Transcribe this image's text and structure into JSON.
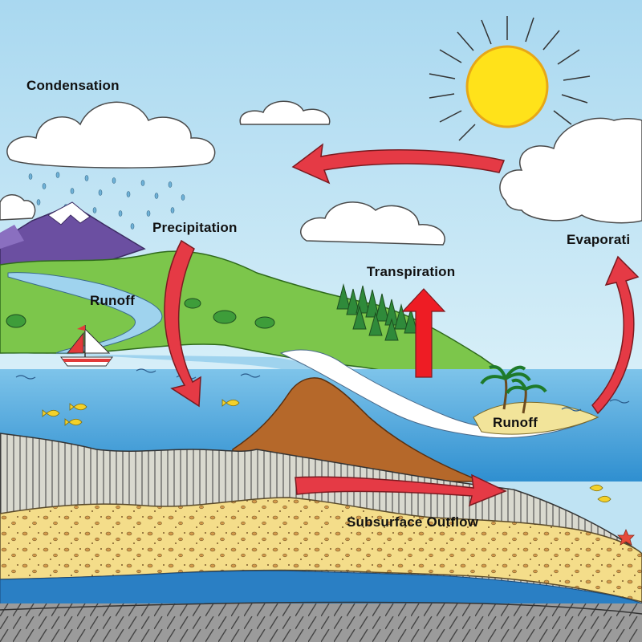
{
  "diagram": {
    "labels": {
      "condensation": "Condensation",
      "precipitation": "Precipitation",
      "runoff_left": "Runoff",
      "transpiration": "Transpiration",
      "evaporation": "Evaporati",
      "runoff_right": "Runoff",
      "subsurface_outflow": "Subsurface Outflow"
    },
    "colors": {
      "sky": "#bfe3f3",
      "sea": "#4aa8dc",
      "deep_sea": "#2a7fc4",
      "arrow": "#e53a45",
      "transpiration_arrow": "#ee1c24",
      "grass": "#7cc64b",
      "sun": "#ffe21a",
      "sand": "#f2d87c",
      "bedrock": "#8c8c8c"
    },
    "icons": [
      "sun-icon",
      "cloud-icon",
      "mountain-icon",
      "sailboat-icon",
      "fish-icon",
      "palm-tree-icon",
      "starfish-icon"
    ]
  }
}
